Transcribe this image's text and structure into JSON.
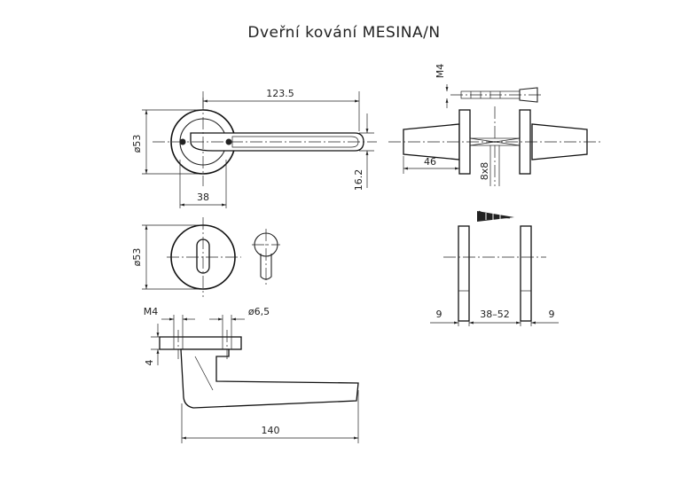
{
  "title": "Dveřní kování MESINA/N",
  "dimensions": {
    "lever_length_top": "123.5",
    "rose_diameter_top": "ø53",
    "rose_offset": "38",
    "lever_height": "16.2",
    "rose_diameter_middle": "ø53",
    "thread_m4_bottom": "M4",
    "hole_diameter": "ø6,5",
    "base_height": "4",
    "lever_length_bottom": "140",
    "thread_m4_right": "M4",
    "cone_length": "46",
    "spindle": "8x8",
    "door_thickness": "38–52",
    "rose_thickness_left": "9",
    "rose_thickness_right": "9"
  }
}
